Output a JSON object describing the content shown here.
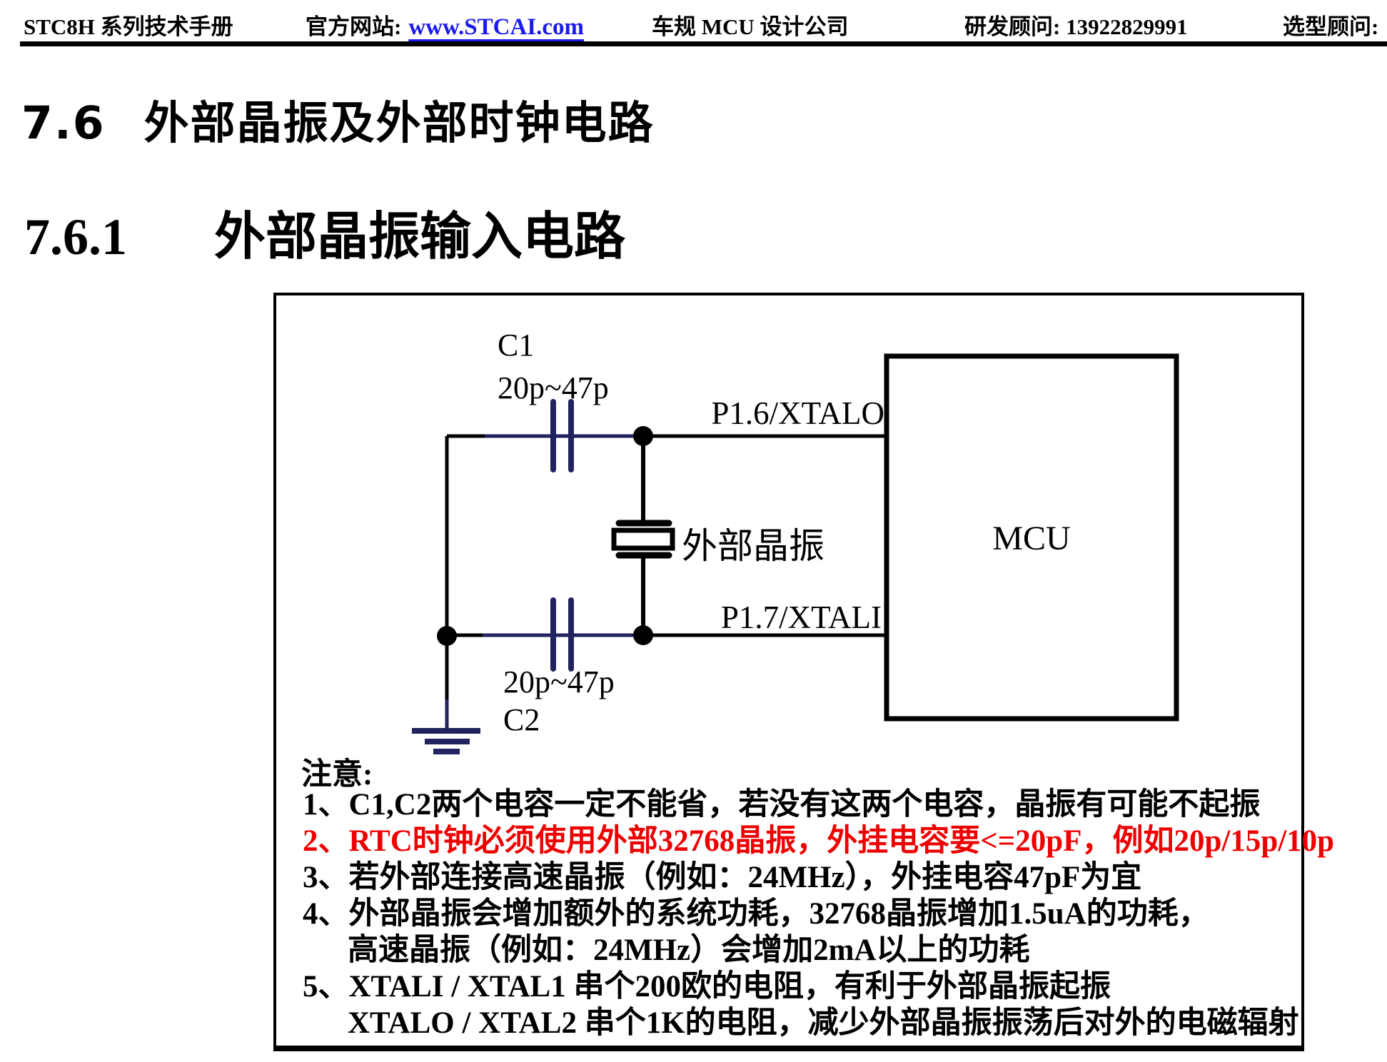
{
  "colors": {
    "red": "#ee0000",
    "navy": "#22225e",
    "link_blue": "#1a1aee",
    "ink": "#000000"
  },
  "header": {
    "doc_title": "STC8H 系列技术手册",
    "site_label": "官方网站:",
    "site_link": "www.STCAI.com",
    "company": "车规 MCU 设计公司",
    "rd_contact": "研发顾问: 13922829991",
    "sel_contact": "选型顾问:"
  },
  "section": {
    "number": "7.6",
    "title": "外部晶振及外部时钟电路"
  },
  "subsection": {
    "number": "7.6.1",
    "title": "外部晶振输入电路"
  },
  "figure": {
    "labels": {
      "c1": "C1",
      "c1_value": "20p~47p",
      "c2": "C2",
      "c2_value": "20p~47p",
      "pin_top": "P1.6/XTALO",
      "pin_bottom": "P1.7/XTALI",
      "crystal": "外部晶振",
      "mcu": "MCU"
    },
    "notes": {
      "heading": "注意:",
      "lines": [
        {
          "text": "1、C1,C2两个电容一定不能省，若没有这两个电容，晶振有可能不起振",
          "color": "black",
          "indent": false
        },
        {
          "text": "2、RTC时钟必须使用外部32768晶振，外挂电容要<=20pF，例如20p/15p/10p",
          "color": "red",
          "indent": false
        },
        {
          "text": "3、若外部连接高速晶振（例如：24MHz），外挂电容47pF为宜",
          "color": "black",
          "indent": false
        },
        {
          "text": "4、外部晶振会增加额外的系统功耗，32768晶振增加1.5uA的功耗，",
          "color": "black",
          "indent": false
        },
        {
          "text": "高速晶振（例如：24MHz）会增加2mA以上的功耗",
          "color": "black",
          "indent": true
        },
        {
          "text": "5、XTALI / XTAL1 串个200欧的电阻，有利于外部晶振起振",
          "color": "black",
          "indent": false
        },
        {
          "text": "XTALO / XTAL2 串个1K的电阻，减少外部晶振振荡后对外的电磁辐射",
          "color": "black",
          "indent": true
        }
      ]
    }
  }
}
